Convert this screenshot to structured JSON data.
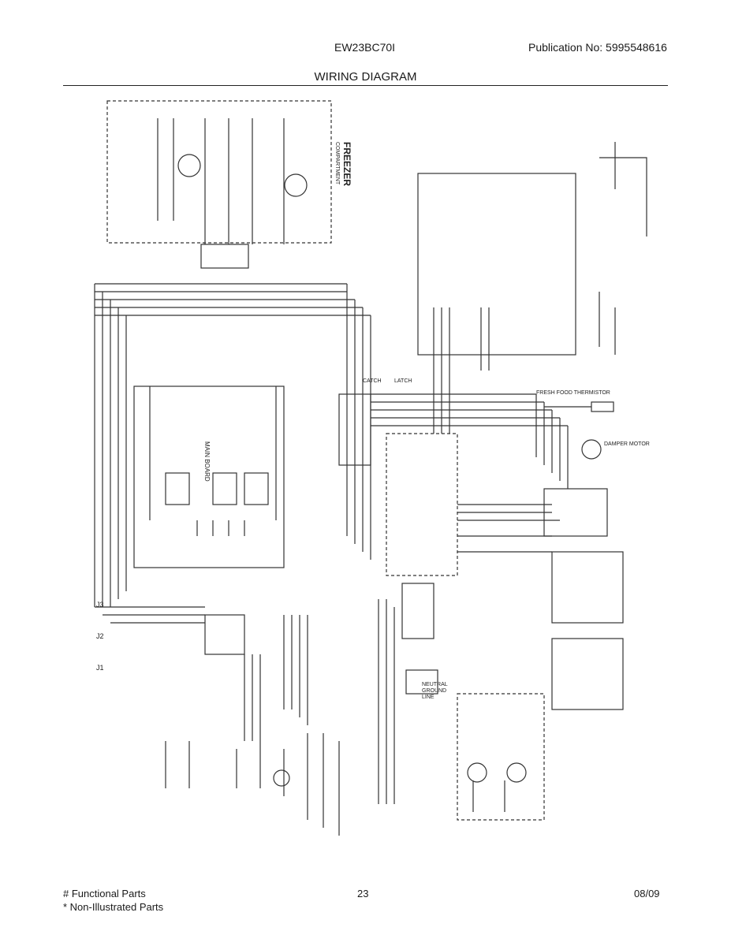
{
  "header": {
    "model": "EW23BC70I",
    "publication": "Publication No:  5995548616",
    "title": "WIRING DIAGRAM"
  },
  "diagram": {
    "freezer_label": "FREEZER",
    "freezer_sub": "COMPARTMENT",
    "main_board": "MAIN BOARD",
    "fresh_food_thermistor": "FRESH FOOD THERMISTOR",
    "damper_motor": "DAMPER MOTOR",
    "neutral": "NEUTRAL",
    "ground": "GROUND",
    "line": "LINE",
    "j3": "J3",
    "j2": "J2",
    "j1": "J1",
    "catch": "CATCH",
    "latch": "LATCH"
  },
  "footer": {
    "note1": "# Functional Parts",
    "note2": "* Non-Illustrated Parts",
    "page": "23",
    "date": "08/09"
  }
}
